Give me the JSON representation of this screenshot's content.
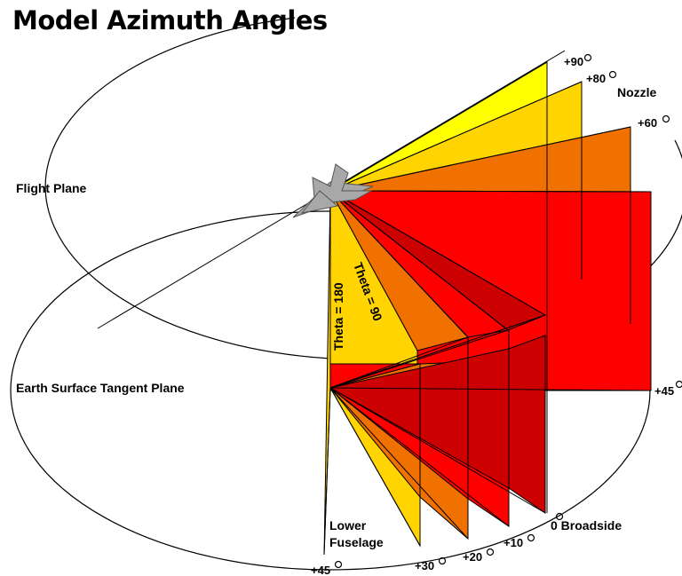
{
  "title": "Model Azimuth Angles",
  "planes": {
    "flight": "Flight Plane",
    "earth": "Earth Surface Tangent Plane"
  },
  "theta_labels": {
    "t180": "Theta = 180",
    "t90": "Theta = 90"
  },
  "angle_labels": {
    "p90": "+90",
    "p80": "+80",
    "p60": "+60",
    "p45_right": "+45",
    "broadside": "0 Broadside",
    "p10": "+10",
    "p20": "+20",
    "p30": "+30",
    "p45_bottom": "+45"
  },
  "region_labels": {
    "nozzle": "Nozzle",
    "lower_fuselage_1": "Lower",
    "lower_fuselage_2": "Fuselage"
  },
  "colors": {
    "yellow": "#ffff00",
    "gold": "#ffd400",
    "orange": "#f07000",
    "red": "#ff0000",
    "dark_red": "#cc0000",
    "aircraft": "#a8a8a8"
  }
}
